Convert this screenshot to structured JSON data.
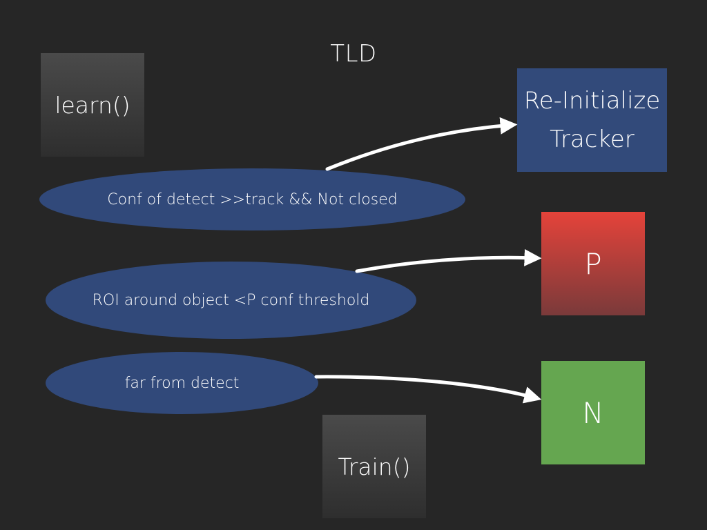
{
  "title": "TLD",
  "boxes": {
    "learn": "learn()",
    "train": "Train()",
    "reinit_line1": "Re-Initialize",
    "reinit_line2": "Tracker",
    "p": "P",
    "n": "N"
  },
  "conditions": {
    "conf": "Conf of detect >>track && Not closed",
    "roi": "ROI around object <P conf threshold",
    "far": "far from detect"
  },
  "colors": {
    "background": "#262626",
    "ellipse": "#31497a",
    "reinit": "#324a7a",
    "p_top": "#e5433a",
    "n": "#65a650",
    "arrow": "#ffffff"
  }
}
